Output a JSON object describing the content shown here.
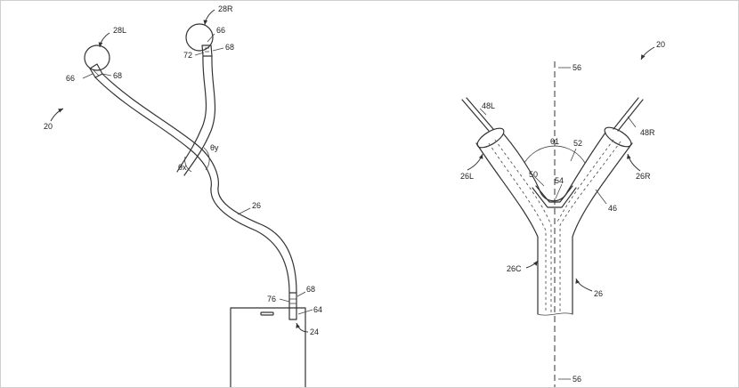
{
  "figure_left": {
    "labels": {
      "earbud_left": "28L",
      "earbud_right": "28R",
      "ref_66_left": "66",
      "ref_68_left": "68",
      "ref_66_right": "66",
      "ref_68_right": "68",
      "ref_72": "72",
      "device_ref": "20",
      "theta_y": "θy",
      "theta_x": "θx",
      "cable": "26",
      "ref_76": "76",
      "ref_68_bottom": "68",
      "ref_64": "64",
      "connector": "24"
    }
  },
  "figure_right": {
    "labels": {
      "device_ref": "20",
      "axis_top": "56",
      "axis_bottom": "56",
      "wire_left": "48L",
      "wire_right": "48R",
      "theta_1": "θ1",
      "ref_52": "52",
      "ref_50": "50",
      "ref_54": "54",
      "branch_left": "26L",
      "branch_right": "26R",
      "ref_46": "46",
      "center_section": "26C",
      "cable": "26"
    }
  }
}
